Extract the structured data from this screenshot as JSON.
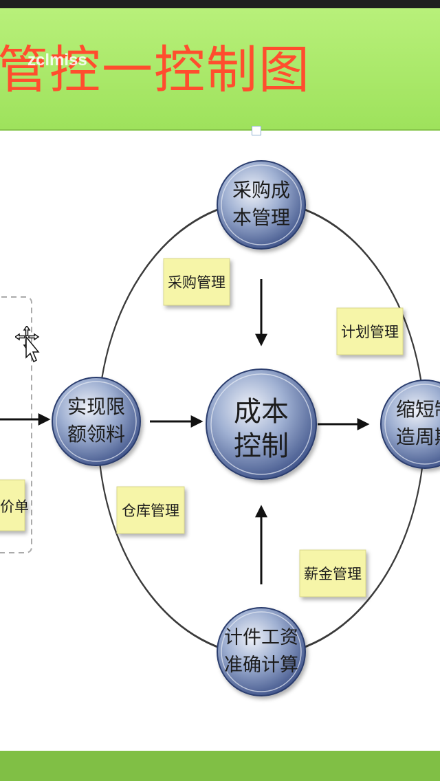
{
  "banner": {
    "title": "管控一控制图",
    "watermark": "zclmiss"
  },
  "nodes": {
    "center": {
      "line1": "成本",
      "line2": "控制"
    },
    "top": {
      "line1": "采购成",
      "line2": "本管理"
    },
    "left": {
      "line1": "实现限",
      "line2": "额领料"
    },
    "right": {
      "line1": "缩短制",
      "line2": "造周期"
    },
    "bottom": {
      "line1": "计件工资",
      "line2": "准确计算"
    }
  },
  "notes": {
    "purchase": "采购管理",
    "plan": "计划管理",
    "warehouse": "仓库管理",
    "salary": "薪金管理",
    "left_partial": "价单"
  },
  "colors": {
    "banner_bg": "#a8e868",
    "title_color": "#ff4d2e",
    "node_fill": "#4f6aa3",
    "note_fill": "#f6f5a8",
    "bottom_bar": "#80bf45"
  }
}
